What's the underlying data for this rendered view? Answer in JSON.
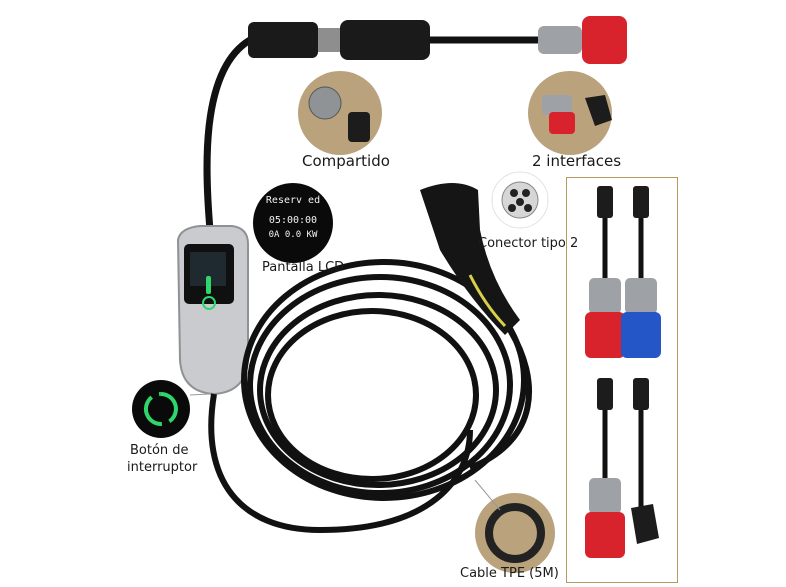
{
  "labels": {
    "compartido": "Compartido",
    "dos_interfaces": "2 interfaces",
    "pantalla_lcd": "Pantalla LCD",
    "conector": "Conector tipo 2",
    "boton_line1": "Botón de",
    "boton_line2": "interruptor",
    "cable": "Cable TPE (5M)"
  },
  "lcd": {
    "line1": "Reserv ed",
    "line2": "05:00:00",
    "line3": "0A  0.0  KW"
  },
  "colors": {
    "cable": "#111111",
    "controller_silver": "#c9cbce",
    "accent_green": "#2fd66a",
    "industrial_red": "#d8232d",
    "industrial_blue": "#2456c8",
    "inset_tan": "#b9a27c",
    "panel_border": "#b89a5e"
  },
  "icons": [
    "power-button-icon",
    "type2-connector-icon",
    "schuko-plug-icon",
    "cee-plug-icon"
  ]
}
